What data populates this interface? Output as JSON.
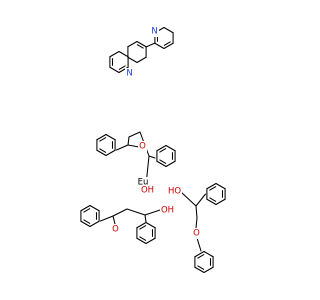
{
  "structure": {
    "phenanthroline": {
      "atom_labels": {
        "n_left": "N",
        "n_right": "N"
      }
    },
    "metal": {
      "label": "Eu"
    },
    "ligands": [
      {
        "ketone_o": "O",
        "enol_oh": "OH"
      },
      {
        "ketone_o": "O",
        "enol_oh": "OH"
      },
      {
        "ketone_o": "O",
        "enol_oh": "HO"
      }
    ]
  },
  "colors": {
    "bond": "#000000",
    "oxygen": "#d00000",
    "nitrogen": "#1a3fd6",
    "metal": "#000000"
  }
}
